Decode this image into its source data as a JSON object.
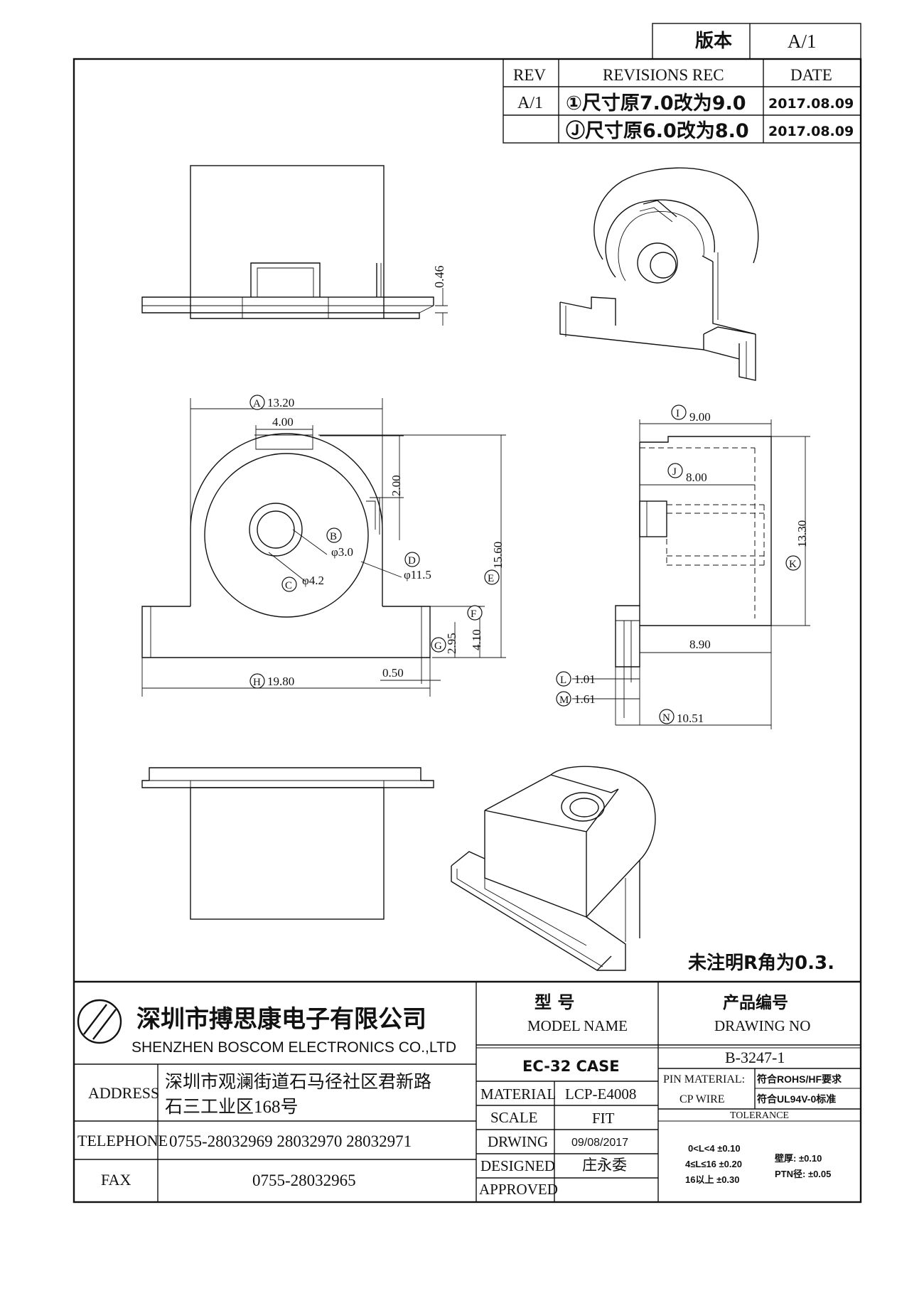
{
  "version_box": {
    "label": "版本",
    "value": "A/1"
  },
  "revisions": {
    "headers": {
      "rev": "REV",
      "rec": "REVISIONS REC",
      "date": "DATE"
    },
    "rows": [
      {
        "rev": "A/1",
        "rec": "①尺寸原7.0改为9.0",
        "date": "2017.08.09"
      },
      {
        "rev": "",
        "rec": "Ⓙ尺寸原6.0改为8.0",
        "date": "2017.08.09"
      }
    ]
  },
  "top_view": {
    "dim_046": "0.46"
  },
  "front_view": {
    "dims": {
      "A_tag": "A",
      "A": "13.20",
      "w400": "4.00",
      "h200": "2.00",
      "B_tag": "B",
      "B": "φ3.0",
      "C_tag": "C",
      "C": "φ4.2",
      "D_tag": "D",
      "D": "φ11.5",
      "E_tag": "E",
      "E": "15.60",
      "F_tag": "F",
      "F": "4.10",
      "G_tag": "G",
      "G": "2.95",
      "H_tag": "H",
      "H": "19.80",
      "w050": "0.50"
    }
  },
  "side_view": {
    "dims": {
      "I_tag": "I",
      "I": "9.00",
      "J_tag": "J",
      "J": "8.00",
      "K_tag": "K",
      "K": "13.30",
      "w890": "8.90",
      "L_tag": "L",
      "L": "1.01",
      "M_tag": "M",
      "M": "1.61",
      "N_tag": "N",
      "N": "10.51"
    }
  },
  "note": "未注明R角为0.3.",
  "title_block": {
    "company_cn": "深圳市搏思康电子有限公司",
    "company_en": "SHENZHEN BOSCOM ELECTRONICS CO.,LTD",
    "address_label": "ADDRESS",
    "address_line1": "深圳市观澜街道石马径社区君新路",
    "address_line2": "石三工业区168号",
    "telephone_label": "TELEPHONE",
    "telephone": "0755-28032969 28032970 28032971",
    "fax_label": "FAX",
    "fax": "0755-28032965",
    "model_cn": "型    号",
    "model_en": "MODEL NAME",
    "model_value": "EC-32 CASE",
    "material_label": "MATERIAL",
    "material_value": "LCP-E4008",
    "scale_label": "SCALE",
    "scale_value": "FIT",
    "drawing_label": "DRWING",
    "drawing_value": "09/08/2017",
    "designed_label": "DESIGNED",
    "designed_value": "庄永委",
    "approved_label": "APPROVED",
    "approved_value": "",
    "drawing_no_cn": "产品编号",
    "drawing_no_en": "DRAWING NO",
    "drawing_no_value": "B-3247-1",
    "pin_material_label": "PIN MATERIAL:",
    "pin_material_value": "CP WIRE",
    "rohs": "符合ROHS/HF要求",
    "ul": "符合UL94V-0标准",
    "tolerance_label": "TOLERANCE",
    "tol1": "0<L<4   ±0.10",
    "tol2": "4≤L≤16 ±0.20",
    "tol3": "16以上    ±0.30",
    "wall": "壁厚:  ±0.10",
    "ptn": "PTN径: ±0.05"
  }
}
